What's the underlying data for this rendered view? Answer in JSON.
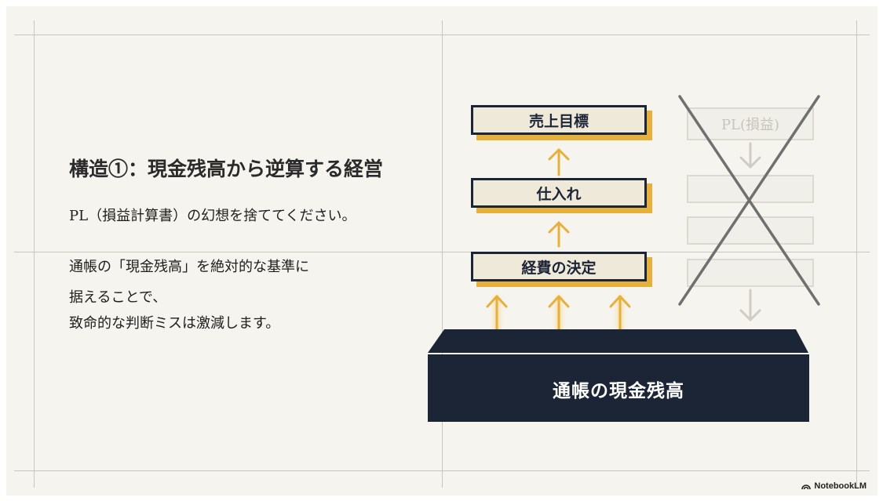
{
  "slide": {
    "title": "構造①：現金残高から逆算する経営",
    "body_line1": "PL（損益計算書）の幻想を捨ててください。",
    "body_line2": "通帳の「現金残高」を絶対的な基準に",
    "body_line3": "据えることで、",
    "body_line4": "致命的な判断ミスは激減します。"
  },
  "diagram": {
    "stack": [
      "売上目標",
      "仕入れ",
      "経費の決定"
    ],
    "base": "通帳の現金残高",
    "crossed_label": "PL(損益)",
    "colors": {
      "navy": "#1c2536",
      "accent": "#e6b03d",
      "box_fill": "#efe9da",
      "cross": "#6e6e6e",
      "faded": "#d8d5cc"
    }
  },
  "brand": {
    "label": "NotebookLM",
    "icon": "notebooklm-icon"
  }
}
